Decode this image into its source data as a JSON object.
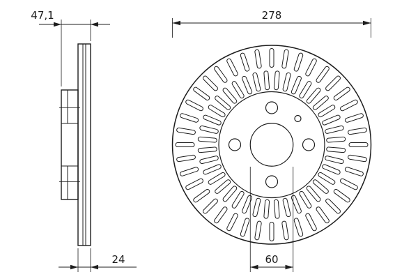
{
  "drawing": {
    "type": "brake-disc-technical-drawing",
    "line_color": "#1d1d1d",
    "background_color": "#ffffff",
    "side_view": {
      "overall_width_label": "47,1",
      "disc_thickness_label": "24"
    },
    "front_view": {
      "outer_diameter_label": "278",
      "center_hole_diameter_label": "60",
      "bolt_hole_count": 4
    }
  }
}
